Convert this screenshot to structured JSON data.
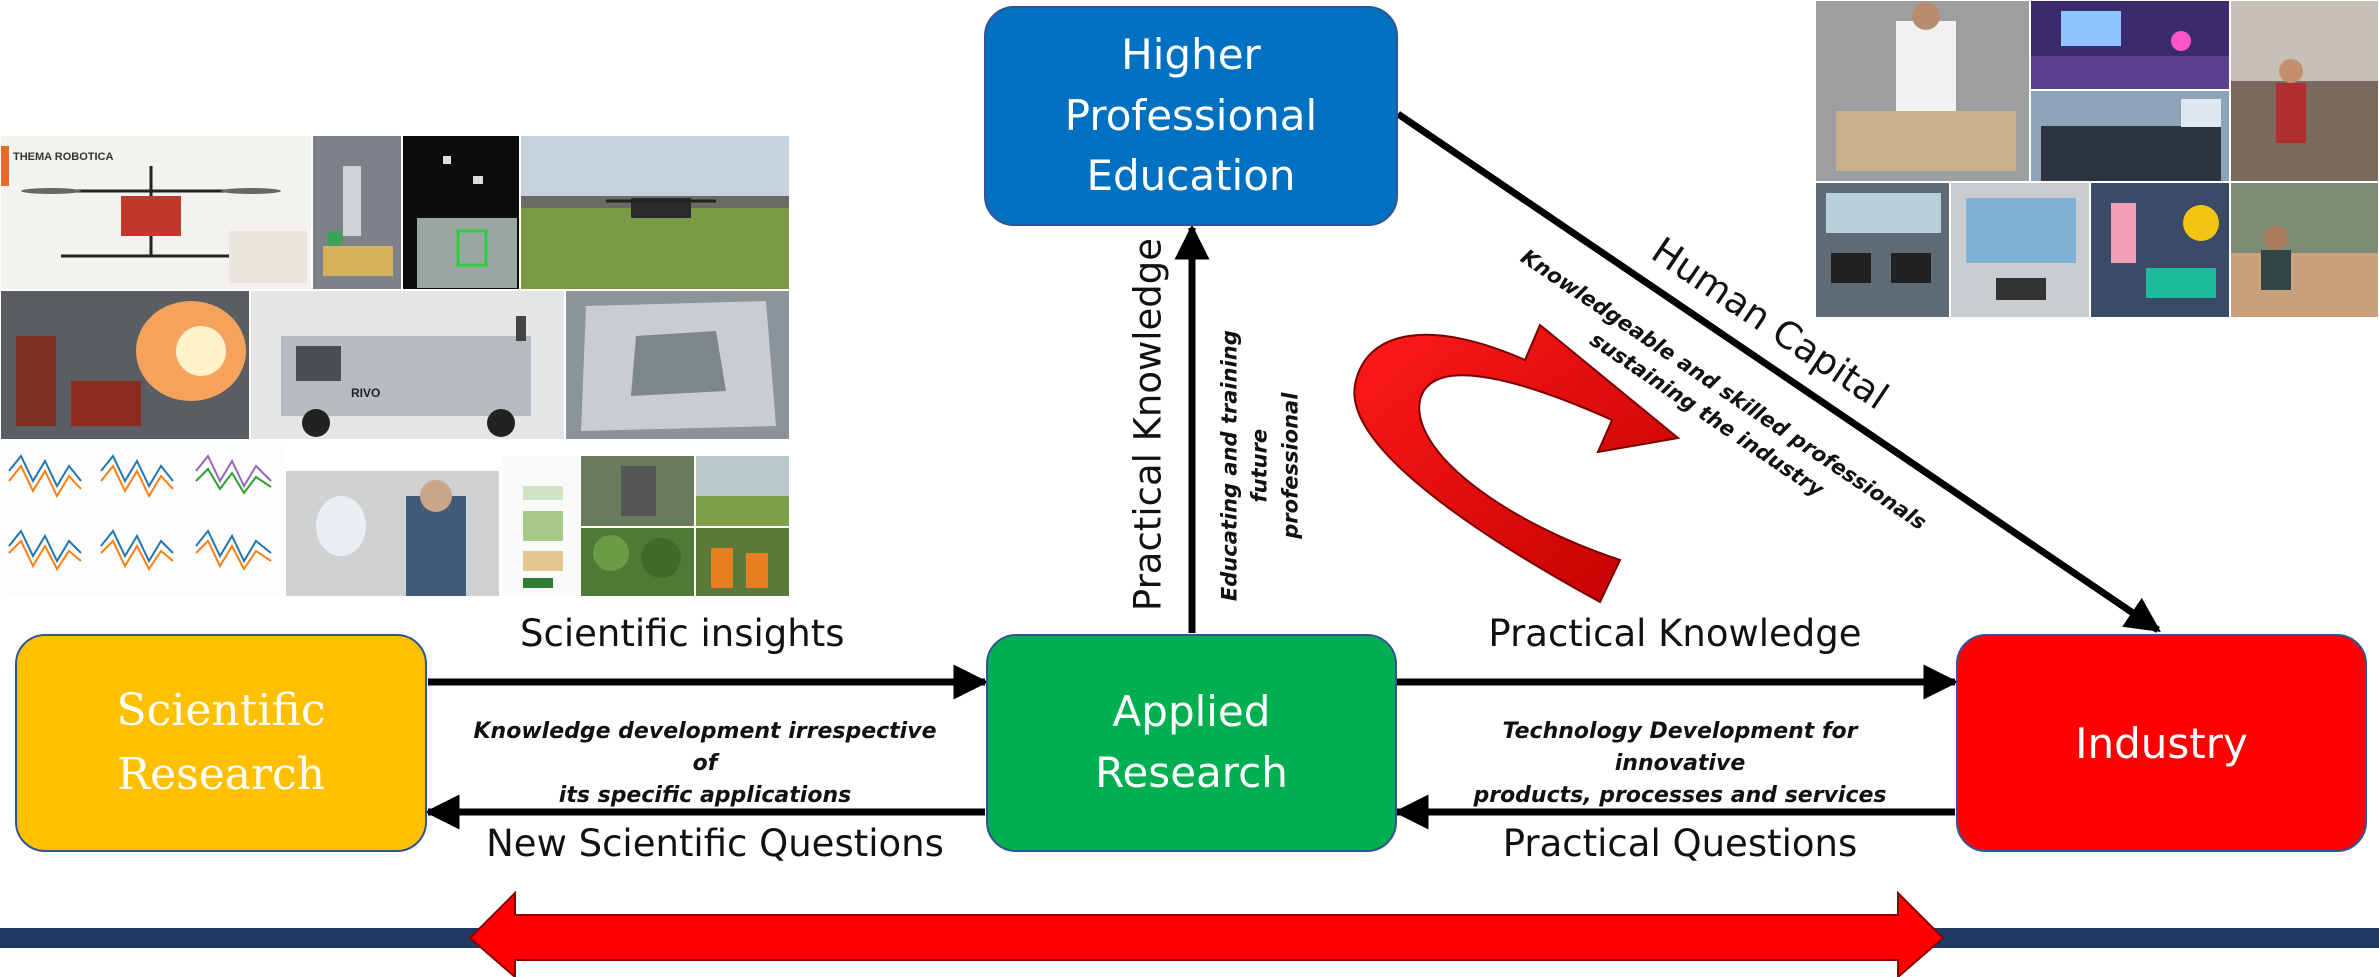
{
  "nodes": {
    "higher_education": {
      "line1": "Higher",
      "line2": "Professional",
      "line3": "Education",
      "color": "#0070C0"
    },
    "applied_research": {
      "line1": "Applied",
      "line2": "Research",
      "color": "#00B050"
    },
    "scientific_research": {
      "line1": "Scientific",
      "line2": "Research",
      "color": "#FFC000"
    },
    "industry": {
      "label": "Industry",
      "color": "#FF0000"
    }
  },
  "edges": {
    "scientific_insights": "Scientific insights",
    "knowledge_development_1": "Knowledge development irrespective of",
    "knowledge_development_2": "its specific applications",
    "new_scientific_questions": "New Scientific Questions",
    "practical_knowledge_right": "Practical Knowledge",
    "technology_development_1": "Technology Development for innovative",
    "technology_development_2": "products, processes and services",
    "practical_questions": "Practical Questions",
    "practical_knowledge_up": "Practical Knowledge",
    "educating_1": "Educating and training future",
    "educating_2": "professional",
    "human_capital": "Human Capital",
    "knowledgeable_1": "Knowledgeable and skilled professionals",
    "knowledgeable_2": "sustaining the industry"
  },
  "photo_collages": {
    "left_caption": "THEMA ROBOTICA",
    "cart_brand": "RIVO"
  },
  "colors": {
    "bottom_band": "#1F3864",
    "red_arrow": "#FF0000",
    "connector": "#000000"
  }
}
